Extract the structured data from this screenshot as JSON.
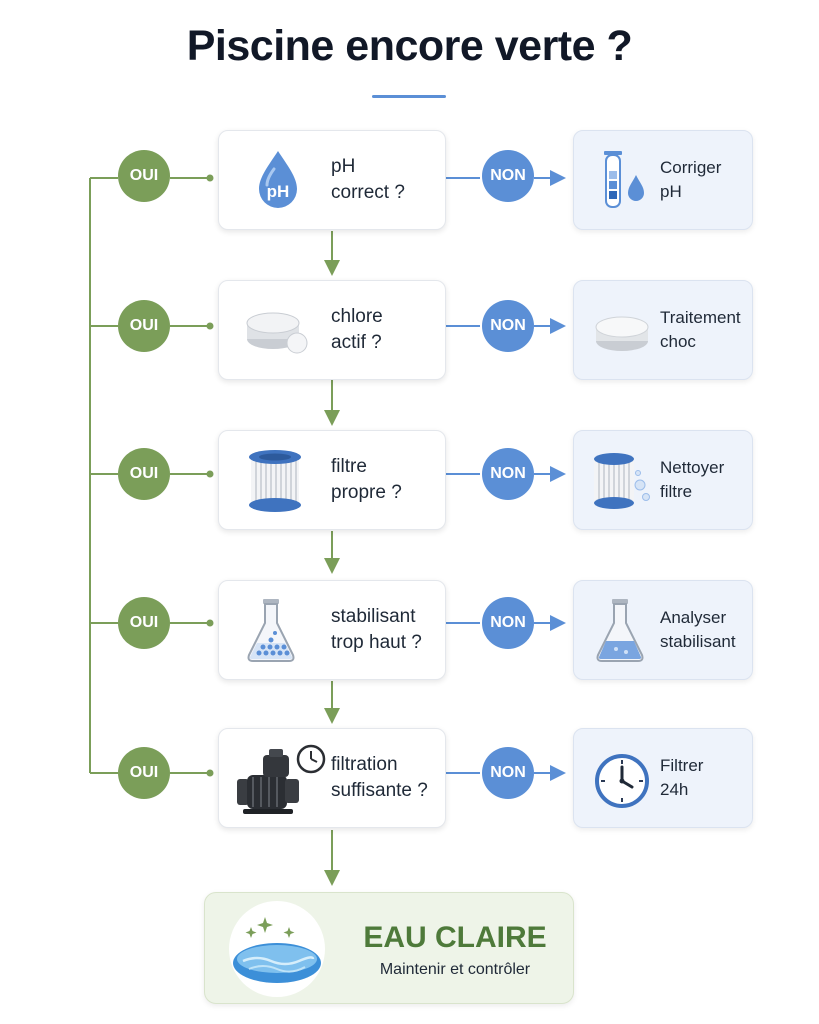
{
  "title": "Piscine encore verte ?",
  "colors": {
    "green": "#7b9e59",
    "blue": "#5b8fd6",
    "final_text": "#4e7a3a"
  },
  "yes_label": "OUI",
  "no_label": "NON",
  "steps": [
    {
      "question": [
        "pH",
        "correct ?"
      ],
      "question_icon": "ph-drop-icon",
      "action": [
        "Corriger",
        "pH"
      ],
      "action_icon": "test-tube-icon"
    },
    {
      "question": [
        "chlore",
        "actif ?"
      ],
      "question_icon": "chlorine-tablet-icon",
      "action": [
        "Traitement",
        "choc"
      ],
      "action_icon": "shock-tablet-icon"
    },
    {
      "question": [
        "filtre",
        "propre ?"
      ],
      "question_icon": "filter-cartridge-icon",
      "action": [
        "Nettoyer",
        "filtre"
      ],
      "action_icon": "clean-filter-icon"
    },
    {
      "question": [
        "stabilisant",
        "trop haut ?"
      ],
      "question_icon": "flask-icon",
      "action": [
        "Analyser",
        "stabilisant"
      ],
      "action_icon": "analysis-flask-icon"
    },
    {
      "question": [
        "filtration",
        "suffisante ?"
      ],
      "question_icon": "pump-clock-icon",
      "action": [
        "Filtrer",
        "24h"
      ],
      "action_icon": "clock-icon"
    }
  ],
  "final": {
    "title": "EAU CLAIRE",
    "subtitle": "Maintenir et contrôler",
    "icon": "clear-pool-icon"
  }
}
